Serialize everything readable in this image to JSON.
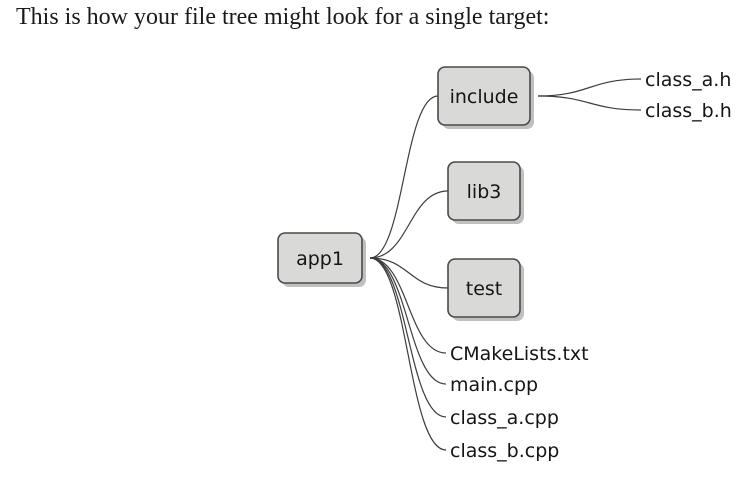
{
  "intro_text": "This is how your file tree might look for a single target:",
  "colors": {
    "box_fill": "#d9dad8",
    "box_border": "#4a4a4a",
    "line": "#3d3d3d",
    "text": "#151515"
  },
  "tree": {
    "root": "app1",
    "folders": [
      {
        "label": "include",
        "children": [
          "class_a.h",
          "class_b.h"
        ]
      },
      {
        "label": "lib3",
        "children": []
      },
      {
        "label": "test",
        "children": []
      }
    ],
    "files": [
      "CMakeLists.txt",
      "main.cpp",
      "class_a.cpp",
      "class_b.cpp"
    ]
  }
}
